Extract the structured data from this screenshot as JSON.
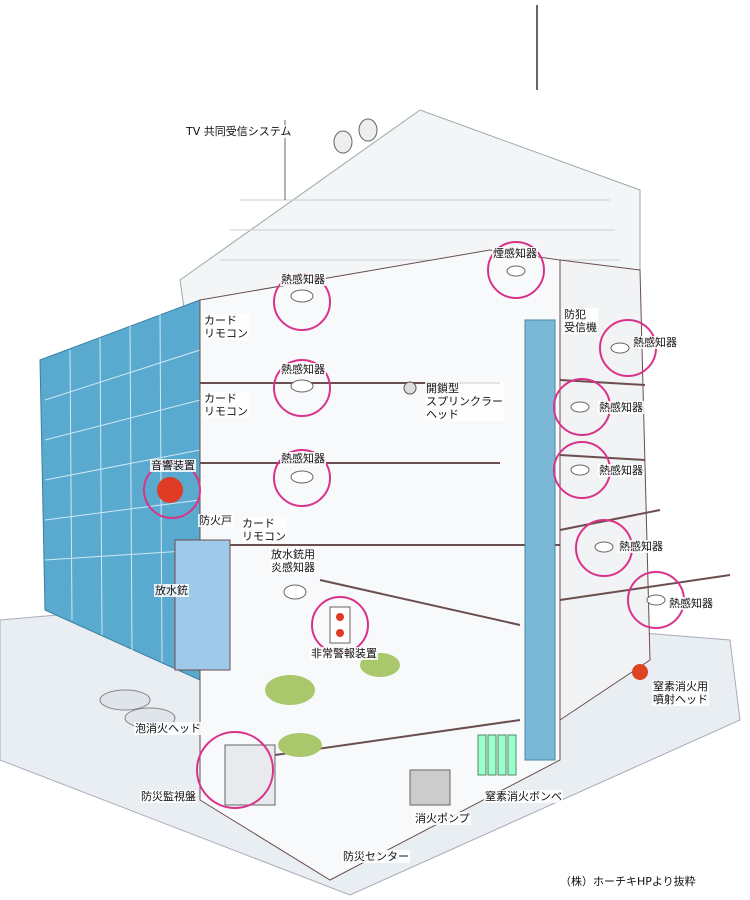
{
  "labels": {
    "tv_antenna": "TV 共同受信システム",
    "heat_1": "熱感知器",
    "heat_2": "熱感知器",
    "heat_3": "熱感知器",
    "heat_r1": "熱感知器",
    "heat_r2": "熱感知器",
    "heat_r3": "熱感知器",
    "heat_r4": "熱感知器",
    "heat_r5": "熱感知器",
    "smoke": "煙感知器",
    "security_receiver": "防犯\n受信機",
    "card_remote_1": "カード\nリモコン",
    "card_remote_2": "カード\nリモコン",
    "card_remote_3": "カード\nリモコン",
    "sprinkler": "開鎖型\nスプリンクラー\nヘッド",
    "bell": "音響装置",
    "fire_door": "防火戸",
    "hydrant_detector": "放水銃用\n炎感知器",
    "hydrant": "放水銃",
    "alarm": "非常警報装置",
    "nitrogen_head": "窒素消火用\n噴射ヘッド",
    "foam_head": "泡消火ヘッド",
    "monitor_panel": "防災監視盤",
    "nitrogen_cylinder": "窒素消火ボンベ",
    "pump": "消火ポンプ",
    "center": "防災センター"
  },
  "credit": "（株）ホーチキHPより抜粋",
  "colors": {
    "highlight_ring": "#d8338a",
    "glass": "#5aa9cf",
    "floor_line": "#6b4e4e",
    "greenery": "#a9c86b"
  }
}
